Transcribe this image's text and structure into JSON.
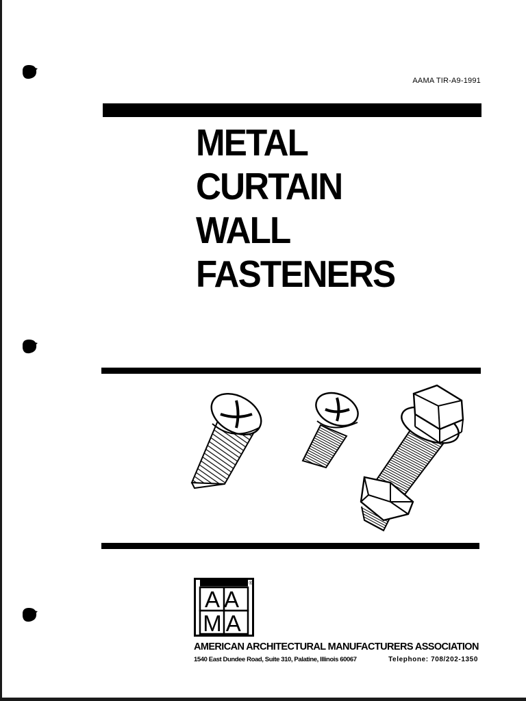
{
  "document": {
    "doc_id": "AAMA TIR-A9-1991",
    "title_lines": [
      "METAL",
      "CURTAIN",
      "WALL",
      "FASTENERS"
    ]
  },
  "logo": {
    "row1": "AA",
    "row2": "MA",
    "mark": "®"
  },
  "publisher": {
    "name": "AMERICAN ARCHITECTURAL MANUFACTURERS ASSOCIATION",
    "address": "1540 East Dundee Road, Suite 310, Palatine, Illinois 60067",
    "phone": "Telephone: 708/202-1350"
  },
  "illustration": {
    "items": [
      "flat-head-screw-icon",
      "pan-head-machine-screw-icon",
      "hex-bolt-with-nut-icon"
    ]
  },
  "colors": {
    "ink": "#000000",
    "paper": "#ffffff"
  }
}
